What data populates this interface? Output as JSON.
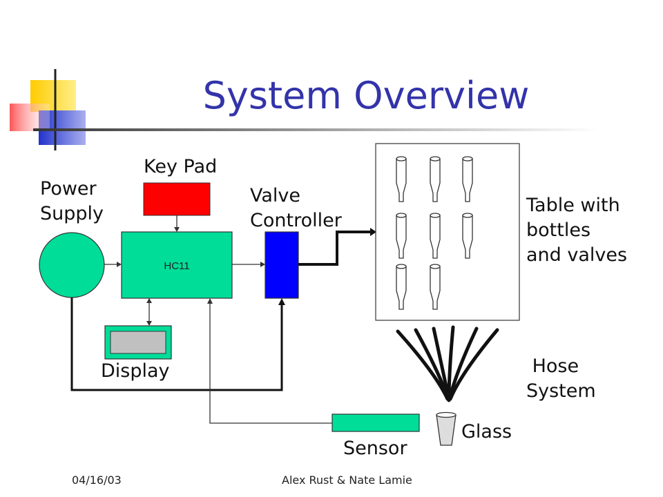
{
  "slide": {
    "title": "System Overview",
    "footer_date": "04/16/03",
    "footer_authors": "Alex Rust & Nate Lamie"
  },
  "diagram": {
    "labels": {
      "key_pad": "Key Pad",
      "power_supply": "Power\nSupply",
      "valve_controller": "Valve\nController",
      "table": "Table with\nbottles\nand valves",
      "hc11": "HC11",
      "display": "Display",
      "hose_system": " Hose\nSystem",
      "glass": "Glass",
      "sensor": "Sensor"
    },
    "colors": {
      "key_pad": "#ff0000",
      "hc11": "#00dd99",
      "valve_controller": "#0000ff",
      "display_frame": "#00dd99",
      "display_screen": "#c0c0c0",
      "sensor": "#00dd99",
      "power_supply": "#00dd99",
      "title": "#3333aa"
    }
  }
}
